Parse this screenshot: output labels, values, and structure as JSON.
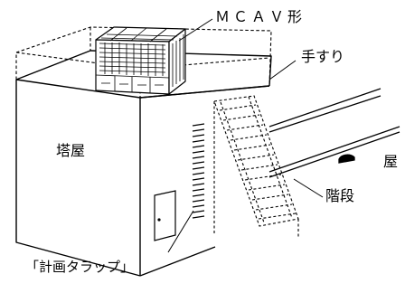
{
  "labels": {
    "unit_model": "ＭＣＡＶ形",
    "handrail": "手すり",
    "penthouse": "塔屋",
    "roof": "屋",
    "stairs": "階段",
    "louver": "「計画タラップ」"
  },
  "colors": {
    "line": "#000000",
    "background": "#ffffff"
  }
}
